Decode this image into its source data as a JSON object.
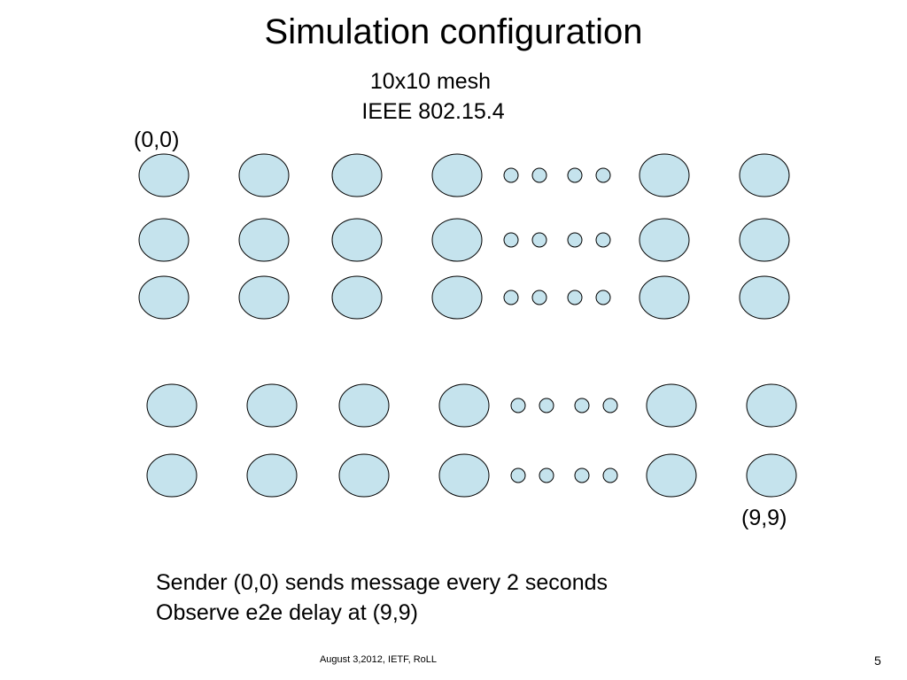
{
  "slide": {
    "title": "Simulation configuration",
    "subtitle_mesh": "10x10 mesh",
    "subtitle_standard": "IEEE 802.15.4",
    "origin_label": "(0,0)",
    "end_label": "(9,9)",
    "notes": [
      "Sender (0,0) sends message every 2 seconds",
      "Observe e2e delay at (9,9)"
    ],
    "footer": "August 3,2012, IETF, RoLL",
    "page_number": "5"
  },
  "colors": {
    "node_fill": "#c5e3ed",
    "node_stroke": "#000000"
  }
}
